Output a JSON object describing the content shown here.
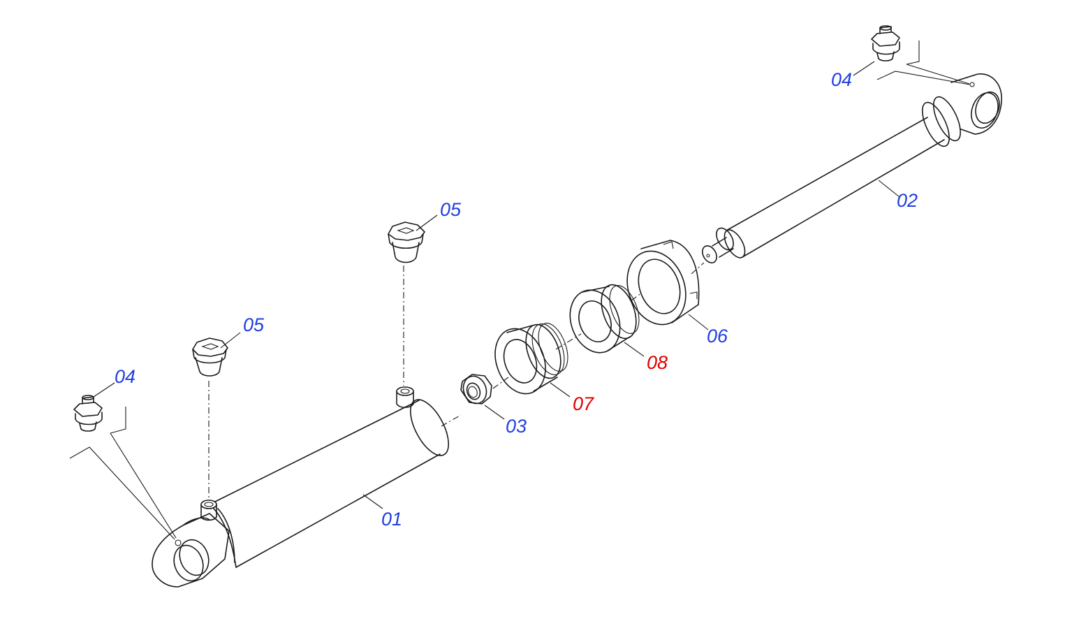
{
  "colors": {
    "callout_standard": "#1f3fe0",
    "callout_highlight": "#e00000",
    "line": "#1a1a1a"
  },
  "callouts": {
    "c01": {
      "text": "01",
      "highlight": false
    },
    "c02": {
      "text": "02",
      "highlight": false
    },
    "c03": {
      "text": "03",
      "highlight": false
    },
    "c04_left": {
      "text": "04",
      "highlight": false
    },
    "c04_right": {
      "text": "04",
      "highlight": false
    },
    "c05_left": {
      "text": "05",
      "highlight": false
    },
    "c05_center": {
      "text": "05",
      "highlight": false
    },
    "c06": {
      "text": "06",
      "highlight": false
    },
    "c07": {
      "text": "07",
      "highlight": true
    },
    "c08": {
      "text": "08",
      "highlight": true
    }
  }
}
